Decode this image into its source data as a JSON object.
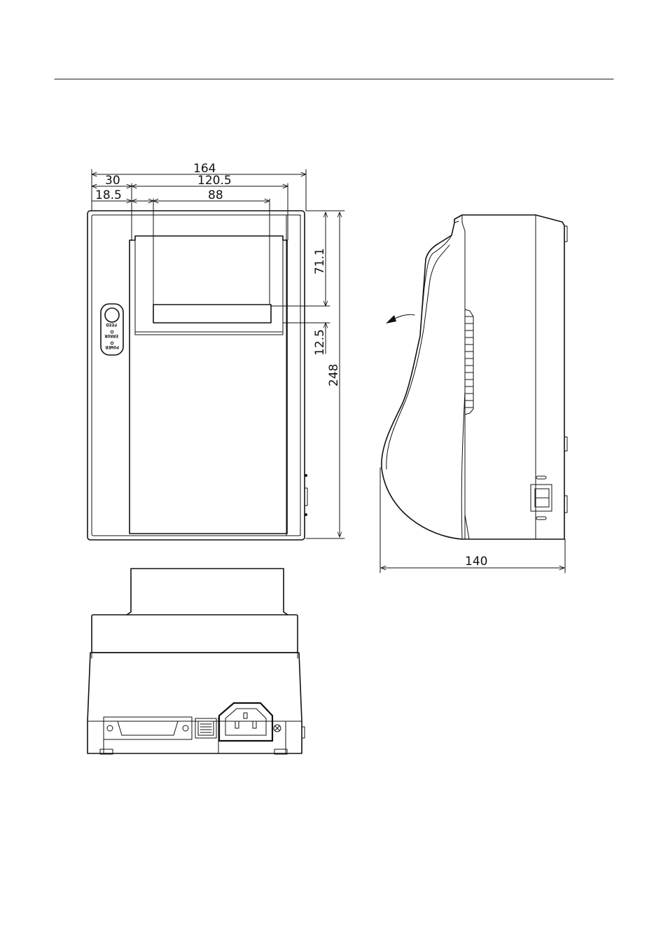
{
  "colors": {
    "line": "#111111",
    "background": "#ffffff"
  },
  "top_view": {
    "dimensions": {
      "overall_width": "164",
      "offset_to_cover": "30",
      "offset_to_slot": "18.5",
      "cover_width": "120.5",
      "slot_width": "88",
      "slot_height": "71.1",
      "slot_to_cover_edge": "12.5",
      "overall_depth": "248"
    },
    "panel": {
      "feed_label": "FEED",
      "error_label": "ERROR",
      "power_label": "POWER"
    }
  },
  "side_view": {
    "dimensions": {
      "overall_height": "140"
    },
    "icons": [
      "open-direction-arrow-icon",
      "vent-grille-icon",
      "power-switch-icon"
    ]
  },
  "rear_view": {
    "icons": [
      "parallel-port-icon",
      "modular-jack-icon",
      "ac-inlet-icon",
      "screw-icon"
    ]
  }
}
